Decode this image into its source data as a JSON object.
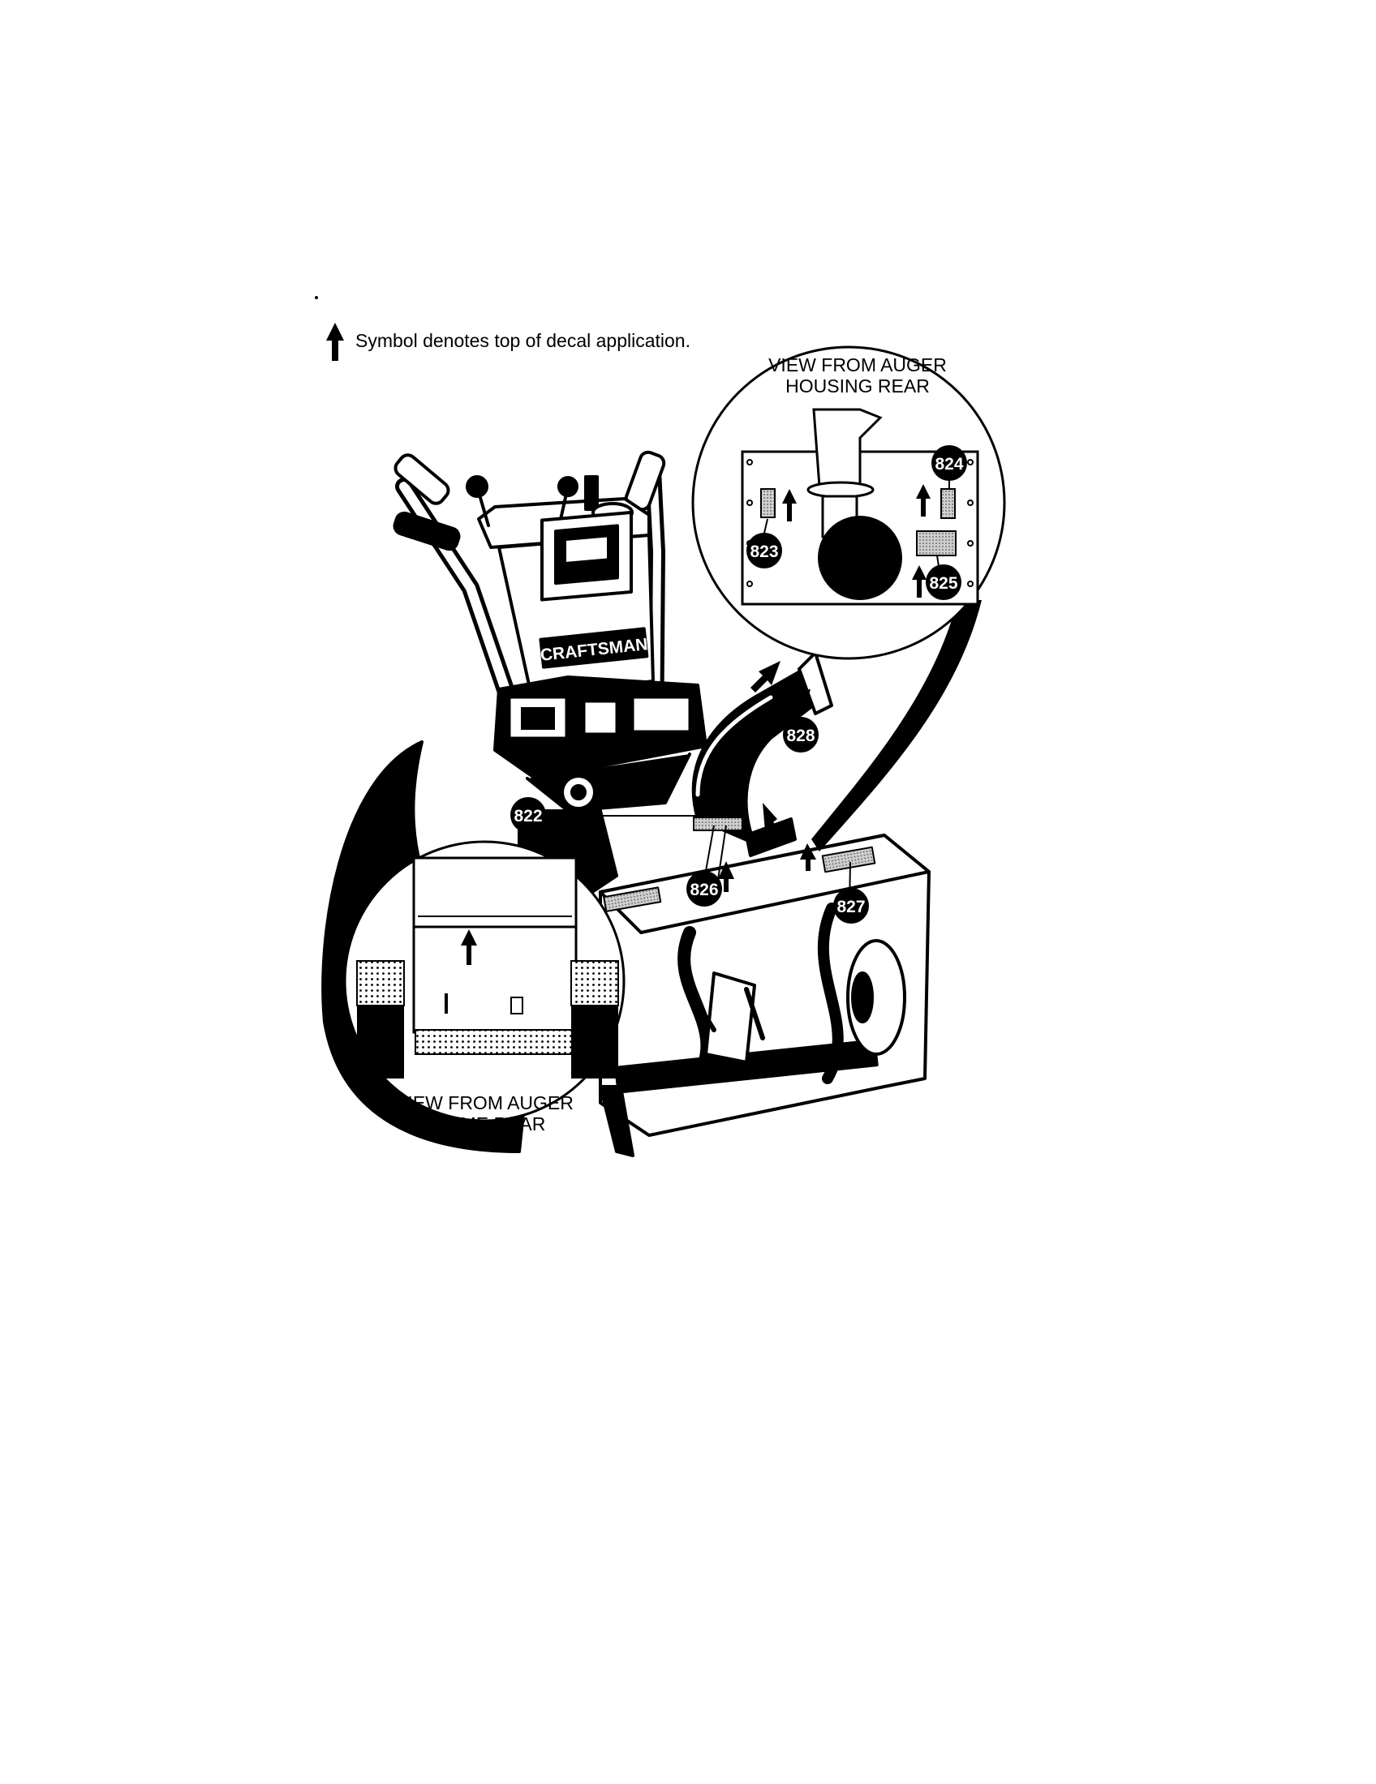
{
  "legend": {
    "symbol": "up-arrow",
    "text": "Symbol denotes top of decal application."
  },
  "views": {
    "housing_rear": {
      "line1": "VIEW FROM AUGER",
      "line2": "HOUSING REAR"
    },
    "frame_rear": {
      "line1": "VIEW FROM AUGER",
      "line2": "FRAME REAR"
    }
  },
  "brand": "CRAFTSMAN",
  "callouts": {
    "c822": "822",
    "c823": "823",
    "c824": "824",
    "c825": "825",
    "c826": "826",
    "c827": "827",
    "c828": "828"
  },
  "colors": {
    "ink": "#000000",
    "paper": "#ffffff",
    "decal": "#bdbdbd"
  }
}
